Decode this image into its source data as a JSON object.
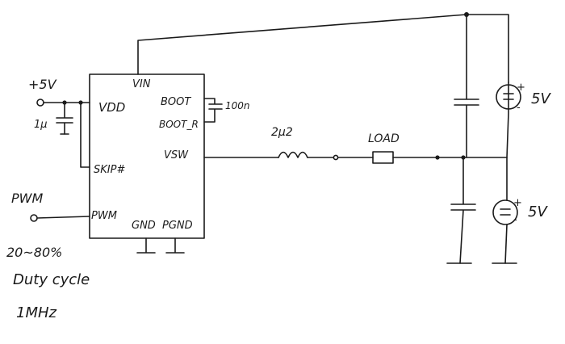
{
  "ic": {
    "pins": {
      "vin": "VIN",
      "vdd": "VDD",
      "boot": "BOOT",
      "boot_r": "BOOT_R",
      "skip": "SKIP#",
      "vsw": "VSW",
      "pwm": "PWM",
      "gnd": "GND",
      "pgnd": "PGND"
    }
  },
  "inputs": {
    "supply": "+5V",
    "pwm": "PWM"
  },
  "components": {
    "vdd_cap": "1μ",
    "boot_cap": "100n",
    "inductor": "2μ2",
    "load": "LOAD"
  },
  "sources": {
    "upper": {
      "plus": "+",
      "minus": "-",
      "value": "5V"
    },
    "lower": {
      "plus": "+",
      "minus": "-",
      "value": "5V"
    }
  },
  "notes": {
    "duty_range": "20~80%",
    "duty_label": "Duty cycle",
    "frequency": "1MHz"
  }
}
